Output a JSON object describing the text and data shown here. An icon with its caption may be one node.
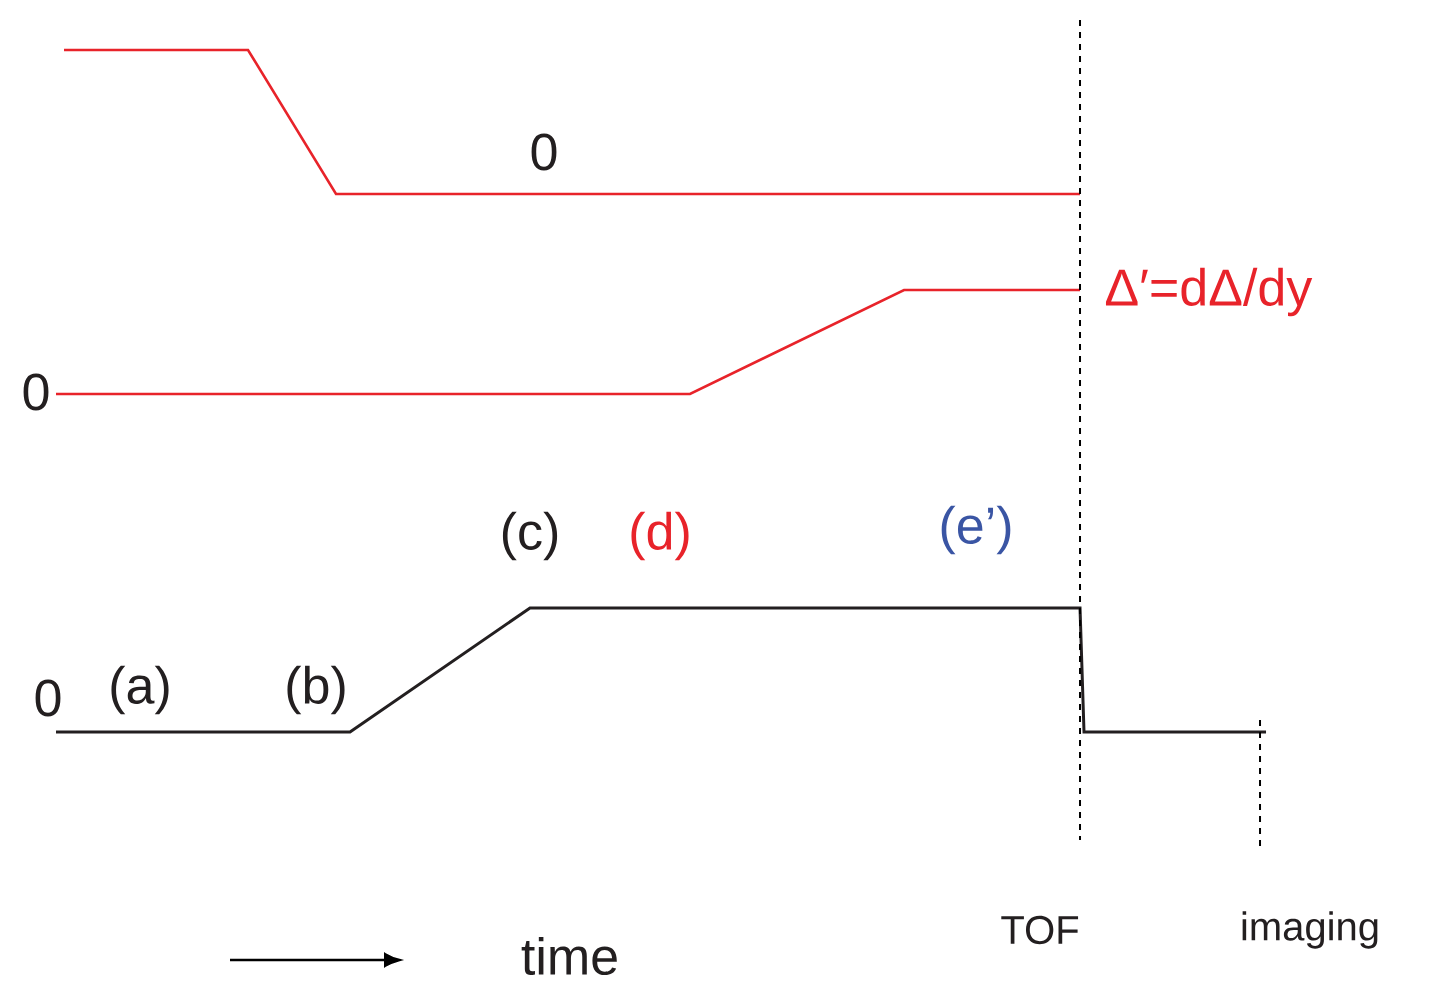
{
  "diagram": {
    "labels": [
      "0",
      "Δ′=dΔ/dy",
      "0",
      "(c)",
      "(d)",
      "(e’)",
      "0",
      "(a)",
      "(b)",
      "TOF",
      "imaging",
      "time"
    ]
  }
}
